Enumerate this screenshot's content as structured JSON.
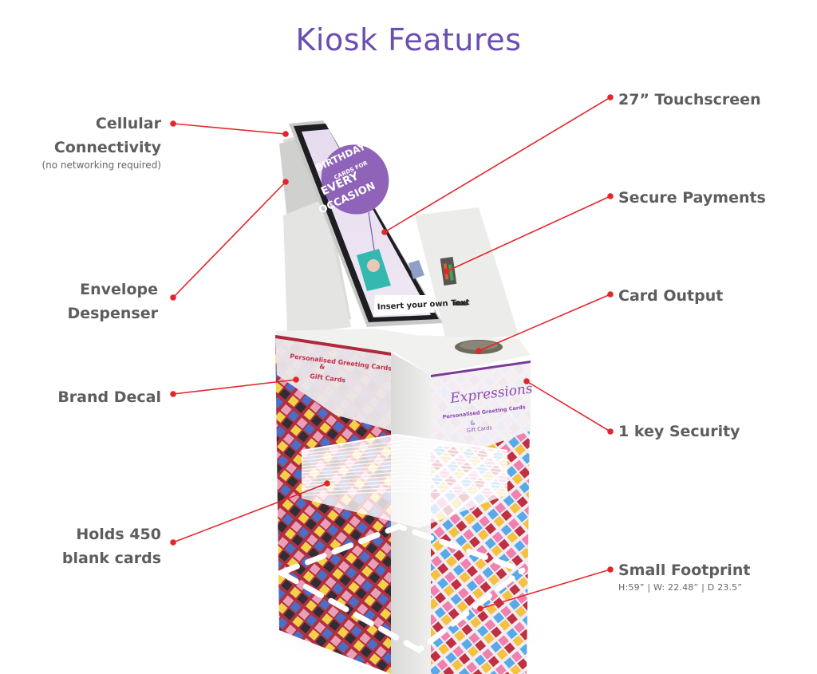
{
  "title": "Kiosk Features",
  "accent_color": "#6a4fb0",
  "callout_color": "#e3262b",
  "left_features": [
    {
      "label_lines": [
        "Cellular",
        "Connectivity"
      ],
      "note": "(no networking required)"
    },
    {
      "label_lines": [
        "Envelope",
        "Despenser"
      ]
    },
    {
      "label_lines": [
        "Brand Decal"
      ]
    },
    {
      "label_lines": [
        "Holds 450",
        "blank cards"
      ]
    }
  ],
  "right_features": [
    {
      "label": "27” Touchscreen"
    },
    {
      "label": "Secure Payments"
    },
    {
      "label": "Card Output"
    },
    {
      "label": "1 key Security"
    },
    {
      "label": "Small Footprint",
      "dimensions": "H:59”  |  W: 22.48”  |  D 23.5”"
    }
  ],
  "kiosk": {
    "screen": {
      "headline": [
        "BIRTHDAY",
        "CARDS FOR",
        "EVERY",
        "OCCASION"
      ],
      "footer_text": "Insert your own Text"
    },
    "left_decal": {
      "lines": [
        "Personalised Greeting Cards",
        "&",
        "Gift Cards"
      ]
    },
    "right_decal": {
      "brand": "Expressions",
      "lines": [
        "Personalised Greeting Cards",
        "&",
        "Gift Cards"
      ]
    }
  }
}
